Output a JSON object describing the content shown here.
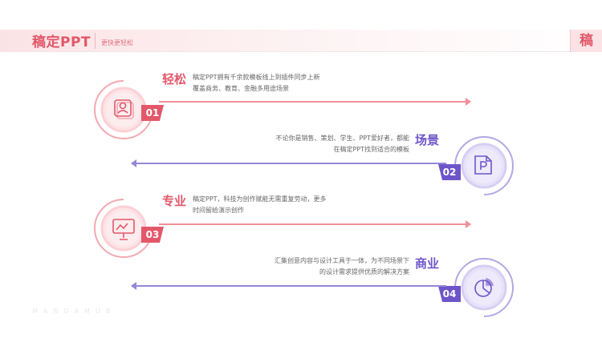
{
  "header": {
    "brand": "稿定PPT",
    "tagline": "更快更轻松",
    "corner": "稿"
  },
  "rows": [
    {
      "num": "01",
      "title": "轻松",
      "line1": "稿定PPT拥有千余款模板线上到插件同步上新",
      "line2": "覆盖商务、教育、金融多用途场景",
      "icon": "user-frame-icon"
    },
    {
      "num": "02",
      "title": "场景",
      "line1": "不论你是销售、策划、学生、PPT爱好者，都能",
      "line2": "在稿定PPT找到适合的模板",
      "icon": "ppt-file-icon"
    },
    {
      "num": "03",
      "title": "专业",
      "line1": "稿定PPT，科技为创作赋能无需重复劳动，更多",
      "line2": "时间留给演示创作",
      "icon": "presentation-board-icon"
    },
    {
      "num": "04",
      "title": "商业",
      "line1": "汇集创意内容与设计工具于一体，为不同场景下",
      "line2": "的设计需求提供优质的解决方案",
      "icon": "pie-chart-icon"
    }
  ],
  "colors": {
    "pink": "#e2586a",
    "purple": "#6d55c9"
  },
  "watermark": "MANGAMUB"
}
